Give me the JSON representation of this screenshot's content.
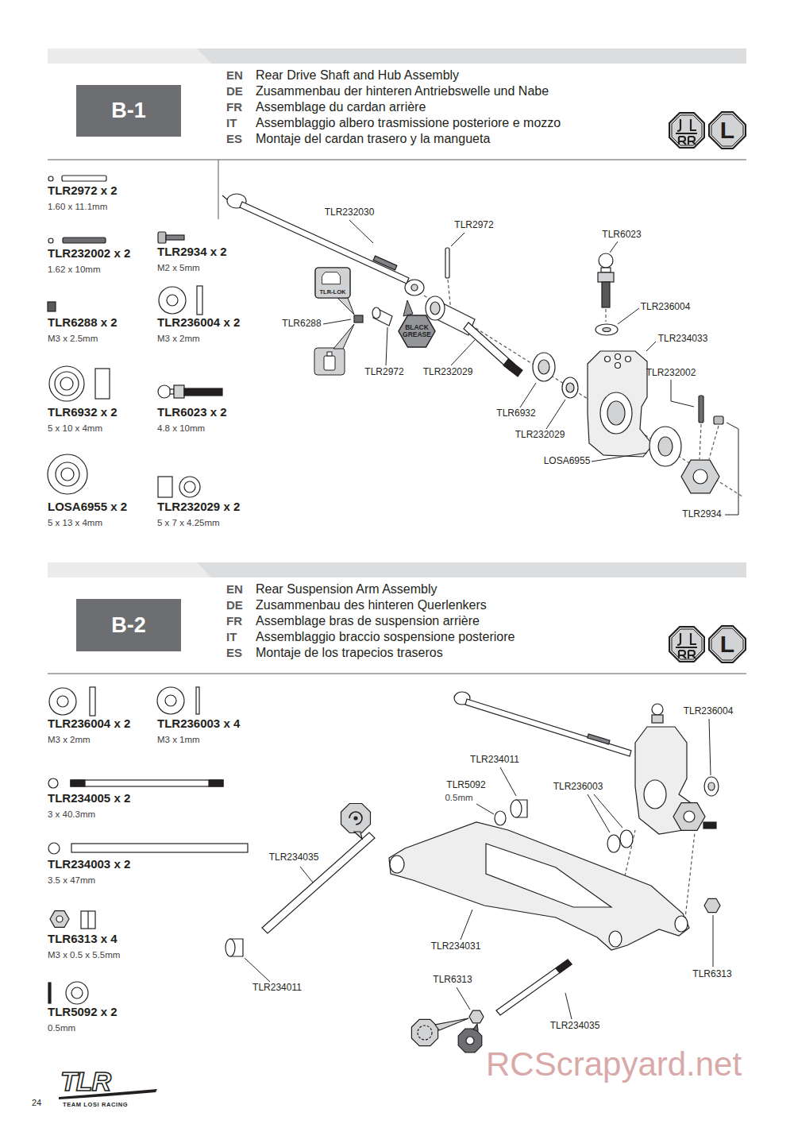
{
  "diagram": {
    "nodes": [
      {
        "text": [
          "B-1"
        ]
      },
      {
        "text": [
          "L"
        ]
      },
      {
        "text": [
          "TLR-LOK"
        ]
      },
      {
        "text": [
          "BLACK GREASE"
        ]
      },
      {
        "text": [
          "B-2"
        ]
      },
      {
        "text": [
          "L"
        ]
      }
    ],
    "labels": [
      "EN",
      "Rear Drive Shaft and Hub Assembly",
      "DE",
      "Zusammenbau der hinteren Antriebswelle und Nabe",
      "FR",
      "Assemblage du cardan arrière",
      "IT",
      "Assemblaggio albero trasmissione posteriore e mozzo",
      "ES",
      "Montaje del cardan trasero y la mangueta",
      "TLR2972 x 2",
      "1.60 x 11.1mm",
      "TLR232002 x 2",
      "1.62 x 10mm",
      "TLR2934 x 2",
      "M2 x 5mm",
      "TLR6288 x 2",
      "M3 x 2.5mm",
      "TLR236004 x 2",
      "M3 x 2mm",
      "TLR6932 x 2",
      "5 x 10 x 4mm",
      "TLR6023 x 2",
      "4.8 x 10mm",
      "LOSA6955 x 2",
      "5 x 13 x 4mm",
      "TLR232029 x 2",
      "5 x 7 x 4.25mm",
      "TLR232030",
      "TLR2972",
      "TLR6023",
      "TLR236004",
      "TLR234033",
      "TLR6288",
      "TLR2972",
      "TLR232029",
      "TLR232002",
      "TLR6932",
      "TLR232029",
      "LOSA6955",
      "TLR2934",
      "EN",
      "Rear Suspension Arm Assembly",
      "DE",
      "Zusammenbau des hinteren Querlenkers",
      "FR",
      "Assemblage bras de suspension arrière",
      "IT",
      "Assemblaggio braccio sospensione posteriore",
      "ES",
      "Montaje de los trapecios traseros",
      "TLR236004 x 2",
      "M3 x 2mm",
      "TLR236003 x 4",
      "M3 x 1mm",
      "TLR234005 x 2",
      "3 x 40.3mm",
      "TLR234003 x 2",
      "3.5 x 47mm",
      "TLR6313 x 4",
      "M3 x 0.5 x 5.5mm",
      "TLR5092 x 2",
      "0.5mm",
      "TLR236004",
      "TLR234011",
      "TLR5092",
      "0.5mm",
      "TLR236003",
      "TLR234035",
      "TLR234031",
      "TLR234011",
      "TLR6313",
      "TLR6313",
      "TLR234035",
      "24",
      "TLR",
      "TEAM LOSI RACING",
      "RCScrapyard.net"
    ]
  }
}
